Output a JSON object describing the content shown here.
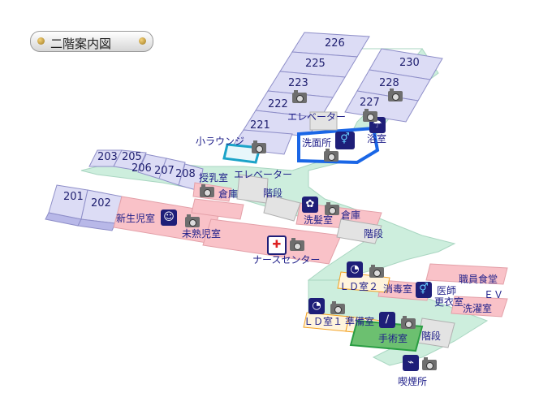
{
  "title": "二階案内図",
  "rooms": {
    "r201": "201",
    "r202": "202",
    "r203": "203",
    "r205": "205",
    "r206": "206",
    "r207": "207",
    "r208": "208",
    "r221": "221",
    "r222": "222",
    "r223": "223",
    "r225": "225",
    "r226": "226",
    "r227": "227",
    "r228": "228",
    "r230": "230"
  },
  "labels": {
    "small_lounge": "小ラウンジ",
    "elevator_top": "エレベーター",
    "bath": "浴室",
    "washroom": "洗面所",
    "nursing_room": "授乳室",
    "storage_1": "倉庫",
    "elevator_mid": "エレベーター",
    "stairs_1": "階段",
    "newborn_room": "新生児室",
    "premature_room": "未熟児室",
    "hair_wash": "洗髪室",
    "storage_2": "倉庫",
    "stairs_2": "階段",
    "nurse_station": "ナースセンター",
    "staff_cafeteria": "職員食堂",
    "ld_room_2": "ＬＤ室２",
    "sterilization": "消毒室",
    "doctor_locker": "医師",
    "locker_room": "更衣室",
    "ev": "ＥＶ",
    "laundry": "洗濯室",
    "ld_room_1": "ＬＤ室１",
    "prep_room": "準備室",
    "operating_room": "手術室",
    "stairs_3": "階段",
    "smoking_room": "喫煙所"
  },
  "colors": {
    "corridor": "#cdeedd",
    "room_purple": "#dcdcf5",
    "room_pink": "#f9c2c8",
    "nurse_pink": "#f9c9cf",
    "gray": "#e3e3e3",
    "bath_blue": "#1a66e6",
    "lounge_cyan": "#1ba3c8",
    "ld_orange": "#f3a020",
    "op_green": "#2a9d43",
    "icon_navy": "#1e1e78"
  }
}
